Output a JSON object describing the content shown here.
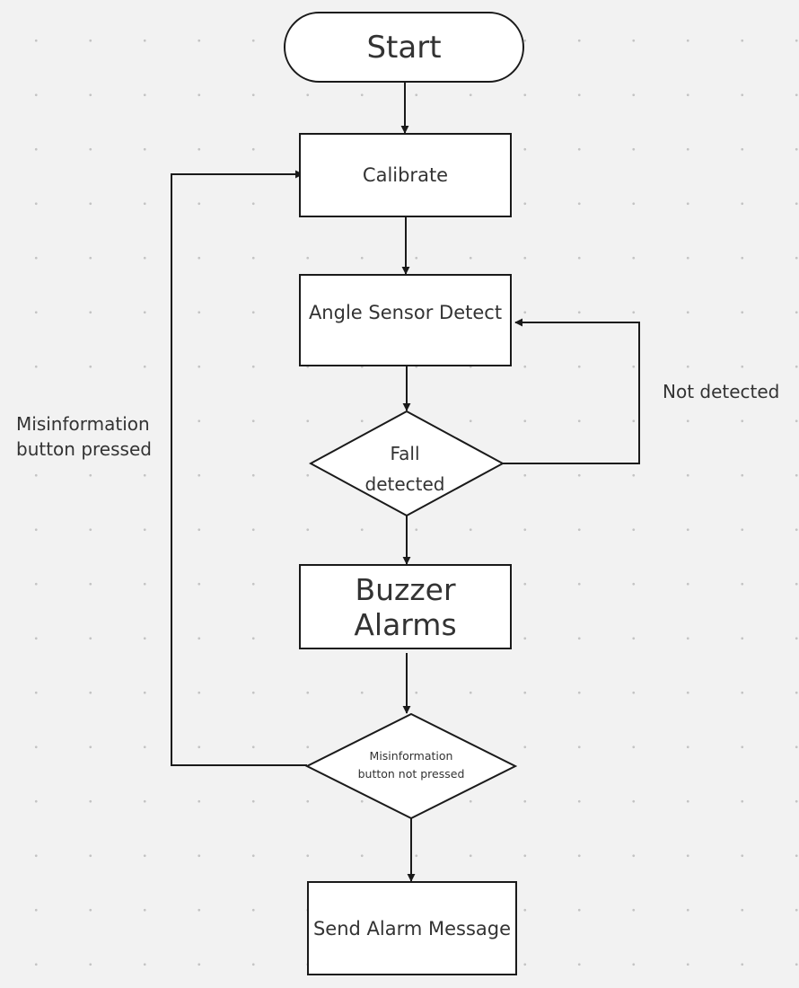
{
  "colors": {
    "background": "#f2f2f2",
    "grid_dot": "#c4c4c4",
    "node_fill": "#ffffff",
    "stroke": "#1a1a1a",
    "text": "#333333"
  },
  "nodes": {
    "start": "Start",
    "calibrate": "Calibrate",
    "angle_sensor": "Angle Sensor Detect",
    "fall_detected": "Fall detected",
    "buzzer": "Buzzer Alarms",
    "misinfo_decision": "Misinformation button not pressed",
    "send_alarm": "Send Alarm Message"
  },
  "edge_labels": {
    "not_detected": "Not detected",
    "misinfo_pressed": "Misinformation button pressed"
  },
  "edges": [
    {
      "from": "start",
      "to": "calibrate"
    },
    {
      "from": "calibrate",
      "to": "angle_sensor"
    },
    {
      "from": "angle_sensor",
      "to": "fall_detected"
    },
    {
      "from": "fall_detected",
      "to": "angle_sensor",
      "label": "Not detected"
    },
    {
      "from": "fall_detected",
      "to": "buzzer"
    },
    {
      "from": "buzzer",
      "to": "misinfo_decision"
    },
    {
      "from": "misinfo_decision",
      "to": "calibrate",
      "label": "Misinformation button pressed"
    },
    {
      "from": "misinfo_decision",
      "to": "send_alarm"
    }
  ]
}
